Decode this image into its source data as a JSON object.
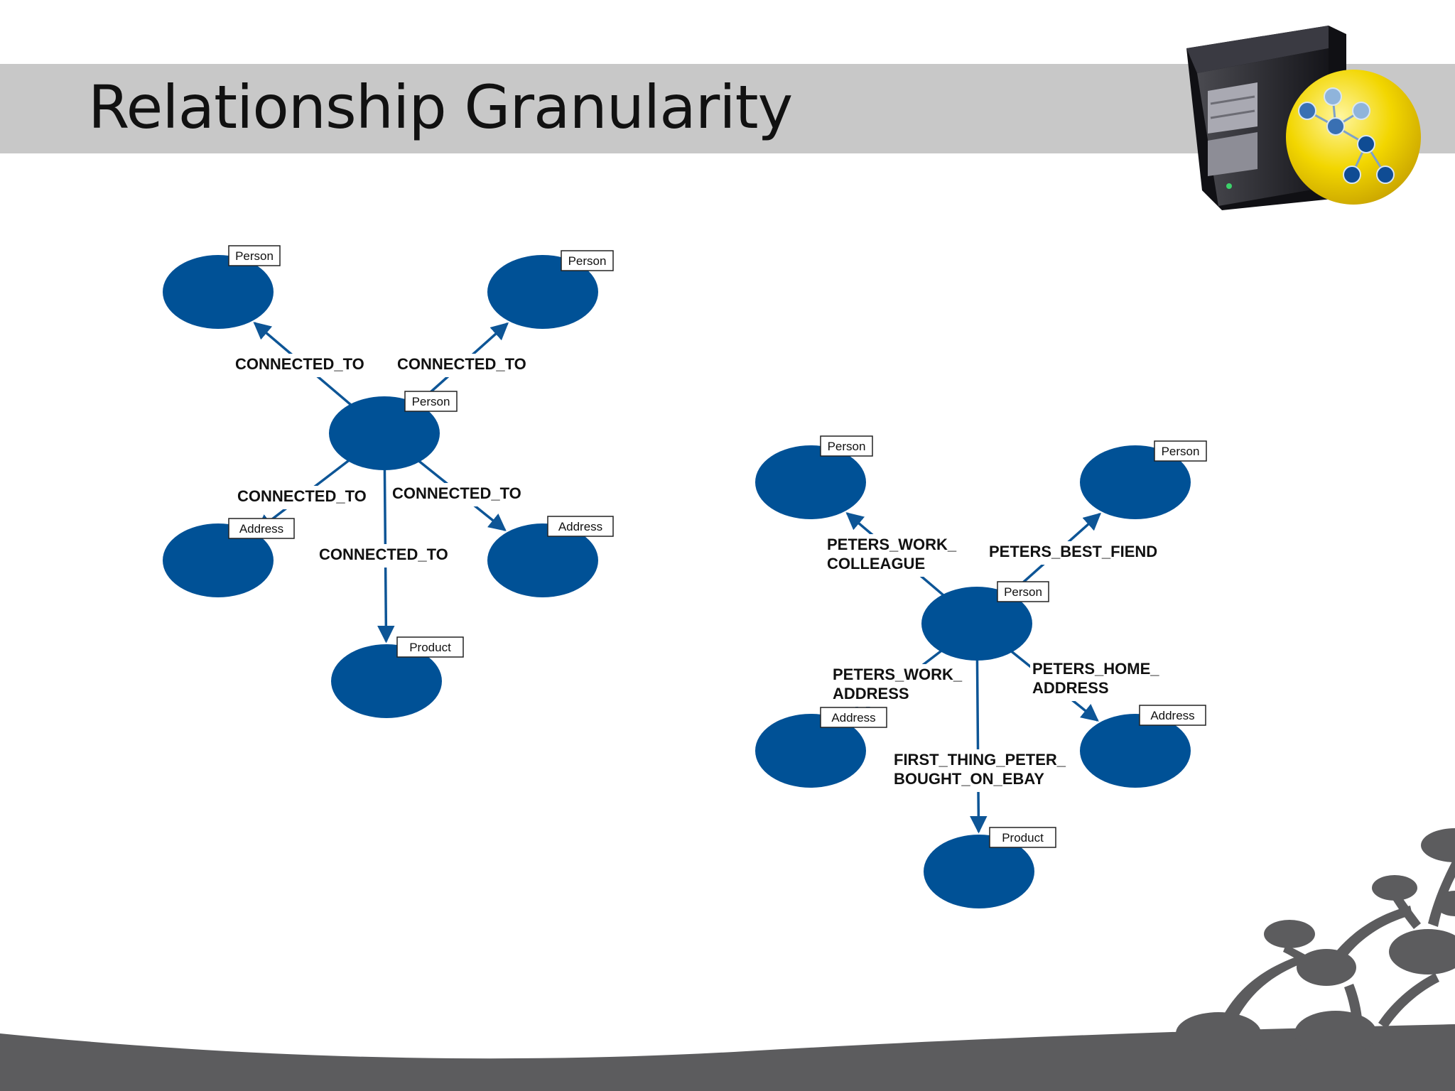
{
  "slide": {
    "title": "Relationship Granularity"
  },
  "colors": {
    "node_fill": "#005196",
    "edge": "#0d5596",
    "title_band": "#c8c8c8",
    "decor_gray": "#5c5c5e",
    "logo_yellow": "#f2d600"
  },
  "icons": {
    "logo": "server-graph-icon",
    "decoration": "branching-nodes-decoration"
  },
  "diagrams": [
    {
      "nodes": [
        {
          "id": "center",
          "label": "Person"
        },
        {
          "id": "p1",
          "label": "Person"
        },
        {
          "id": "p2",
          "label": "Person"
        },
        {
          "id": "a1",
          "label": "Address"
        },
        {
          "id": "a2",
          "label": "Address"
        },
        {
          "id": "pr",
          "label": "Product"
        }
      ],
      "edges": [
        {
          "from": "center",
          "to": "p1",
          "label": [
            "CONNECTED_TO"
          ]
        },
        {
          "from": "center",
          "to": "p2",
          "label": [
            "CONNECTED_TO"
          ]
        },
        {
          "from": "center",
          "to": "a1",
          "label": [
            "CONNECTED_TO"
          ]
        },
        {
          "from": "center",
          "to": "a2",
          "label": [
            "CONNECTED_TO"
          ]
        },
        {
          "from": "center",
          "to": "pr",
          "label": [
            "CONNECTED_TO"
          ]
        }
      ]
    },
    {
      "nodes": [
        {
          "id": "center",
          "label": "Person"
        },
        {
          "id": "p1",
          "label": "Person"
        },
        {
          "id": "p2",
          "label": "Person"
        },
        {
          "id": "a1",
          "label": "Address"
        },
        {
          "id": "a2",
          "label": "Address"
        },
        {
          "id": "pr",
          "label": "Product"
        }
      ],
      "edges": [
        {
          "from": "center",
          "to": "p1",
          "label": [
            "PETERS_WORK_",
            "COLLEAGUE"
          ]
        },
        {
          "from": "center",
          "to": "p2",
          "label": [
            "PETERS_BEST_FIEND"
          ]
        },
        {
          "from": "center",
          "to": "a1",
          "label": [
            "PETERS_WORK_",
            "ADDRESS"
          ]
        },
        {
          "from": "center",
          "to": "a2",
          "label": [
            "PETERS_HOME_",
            "ADDRESS"
          ]
        },
        {
          "from": "center",
          "to": "pr",
          "label": [
            "FIRST_THING_PETER_",
            "BOUGHT_ON_EBAY"
          ]
        }
      ]
    }
  ]
}
